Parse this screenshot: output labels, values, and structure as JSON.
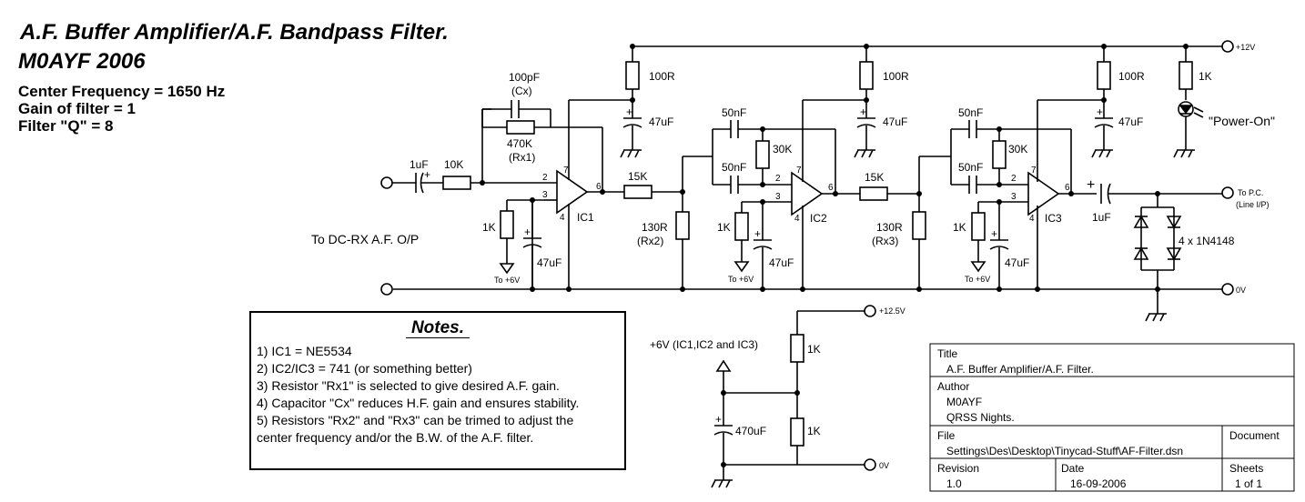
{
  "header": {
    "title_line1": "A.F. Buffer Amplifier/A.F. Bandpass Filter.",
    "title_line2": "M0AYF 2006",
    "spec_center": "Center Frequency = 1650 Hz",
    "spec_gain": "Gain of filter = 1",
    "spec_q": "Filter \"Q\" = 8"
  },
  "labels": {
    "c_in": "1uF",
    "r_in": "10K",
    "cx_val": "100pF",
    "cx_name": "(Cx)",
    "rx1_val": "470K",
    "rx1_name": "(Rx1)",
    "r100_1": "100R",
    "c47_1": "47uF",
    "r1k_1": "1K",
    "c47_2": "47uF",
    "to6v_1": "To +6V",
    "ic1": "IC1",
    "dcrx": "To DC-RX A.F. O/P",
    "r15k_1": "15K",
    "r130_1": "130R",
    "rx2": "(Rx2)",
    "c50_1a": "50nF",
    "c50_1b": "50nF",
    "r30k_1": "30K",
    "r100_2": "100R",
    "c47_3": "47uF",
    "r1k_2": "1K",
    "c47_4": "47uF",
    "to6v_2": "To +6V",
    "ic2": "IC2",
    "r15k_2": "15K",
    "r130_2": "130R",
    "rx3": "(Rx3)",
    "c50_2a": "50nF",
    "c50_2b": "50nF",
    "r30k_2": "30K",
    "r100_3": "100R",
    "c47_5": "47uF",
    "r1k_3": "1K",
    "c47_6": "47uF",
    "to6v_3": "To +6V",
    "ic3": "IC3",
    "c_out": "1uF",
    "r1k_led": "1K",
    "power_on": "\"Power-On\"",
    "diodes": "4 x 1N4148",
    "plus12": "+12V",
    "to_pc": "To P.C.",
    "line_ip": "(Line I/P)",
    "ov_main": "0V",
    "plus125": "+12.5V",
    "ref6v": "+6V (IC1,IC2 and IC3)",
    "r1k_s1": "1K",
    "r1k_s2": "1K",
    "c470": "470uF",
    "ov_supply": "0V",
    "pin2a": "2",
    "pin3a": "3",
    "pin4a": "4",
    "pin6a": "6",
    "pin7a": "7",
    "pin2b": "2",
    "pin3b": "3",
    "pin4b": "4",
    "pin6b": "6",
    "pin7b": "7",
    "pin2c": "2",
    "pin3c": "3",
    "pin4c": "4",
    "pin6c": "6",
    "pin7c": "7",
    "plus_mark": "+"
  },
  "notes": {
    "title": "Notes.",
    "lines": [
      "1) IC1 = NE5534",
      "2) IC2/IC3 = 741 (or something better)",
      "3) Resistor \"Rx1\" is selected to give desired A.F. gain.",
      "4) Capacitor \"Cx\" reduces H.F. gain and ensures stability.",
      "5) Resistors \"Rx2\" and \"Rx3\" can be trimed to adjust the",
      "center frequency and/or the B.W. of the A.F. filter."
    ]
  },
  "title_block": {
    "title_label": "Title",
    "title_value": "A.F. Buffer Amplifier/A.F. Filter.",
    "author_label": "Author",
    "author_value": "M0AYF",
    "author_extra": "QRSS Nights.",
    "file_label": "File",
    "file_value": "Settings\\Des\\Desktop\\Tinycad-Stuff\\AF-Filter.dsn",
    "document_label": "Document",
    "revision_label": "Revision",
    "revision_value": "1.0",
    "date_label": "Date",
    "date_value": "16-09-2006",
    "sheets_label": "Sheets",
    "sheets_value": "1 of 1"
  }
}
